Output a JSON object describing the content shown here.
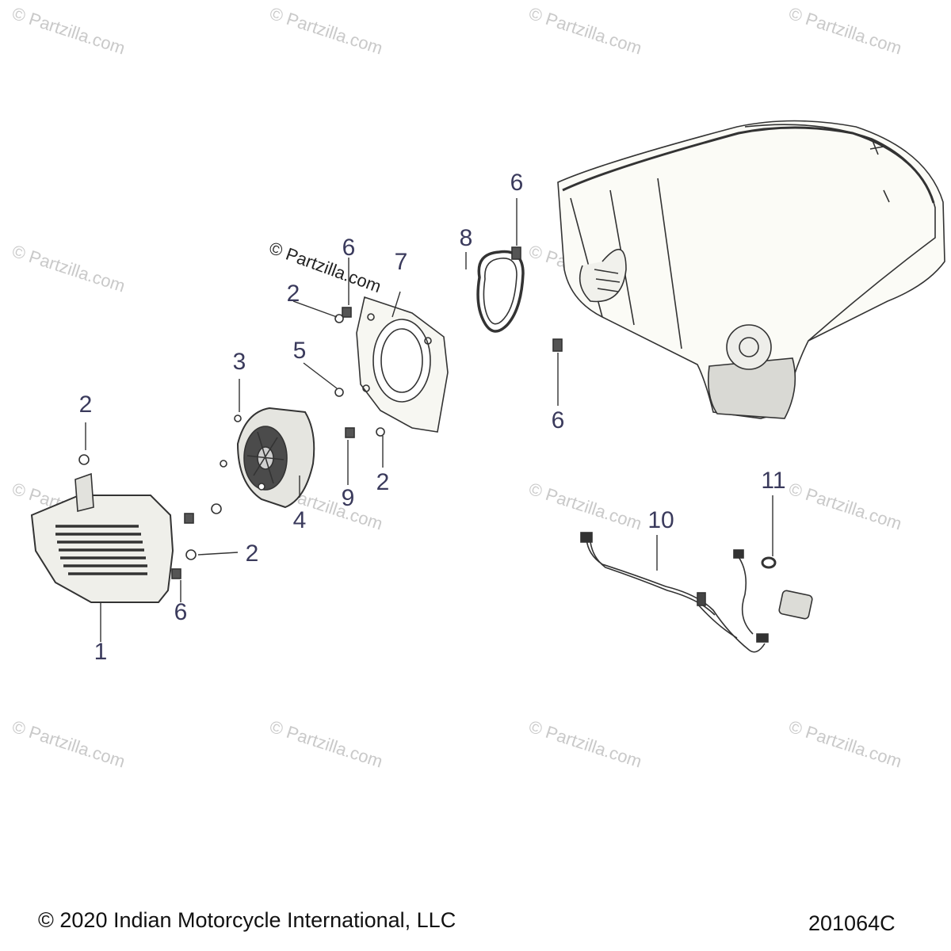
{
  "watermark": "© Partzilla.com",
  "stamp": "© Partzilla.com",
  "callouts": [
    "1",
    "2",
    "3",
    "4",
    "5",
    "6",
    "7",
    "8",
    "9",
    "10",
    "11"
  ],
  "footer": {
    "copyright": "© 2020 Indian Motorcycle International, LLC",
    "diagram_code": "201064C"
  }
}
